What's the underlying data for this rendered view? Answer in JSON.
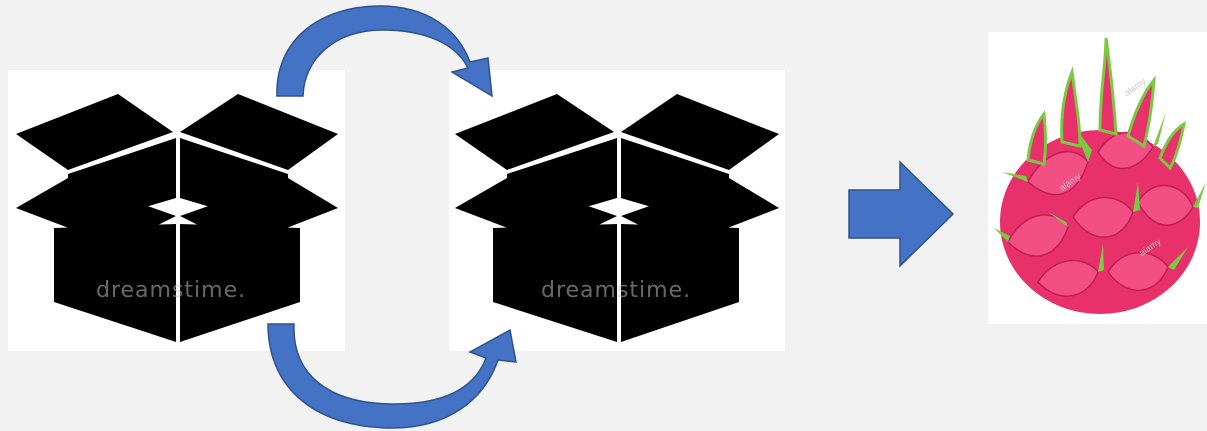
{
  "watermarks": {
    "box_left": "dreamstime.",
    "box_right": "dreamstime.",
    "fruit_1": "alamy",
    "fruit_2": "alamy",
    "fruit_3": "alamy"
  },
  "colors": {
    "background": "#f2f2f2",
    "panel": "#ffffff",
    "arrow": "#4472c4",
    "arrow_stroke": "#2f528f",
    "box": "#000000",
    "fruit_body": "#e8306a",
    "fruit_leaf": "#7ac943"
  },
  "icons": [
    "open-box-icon",
    "open-box-icon",
    "dragon-fruit-icon",
    "curved-arrow-icon",
    "right-arrow-icon"
  ]
}
